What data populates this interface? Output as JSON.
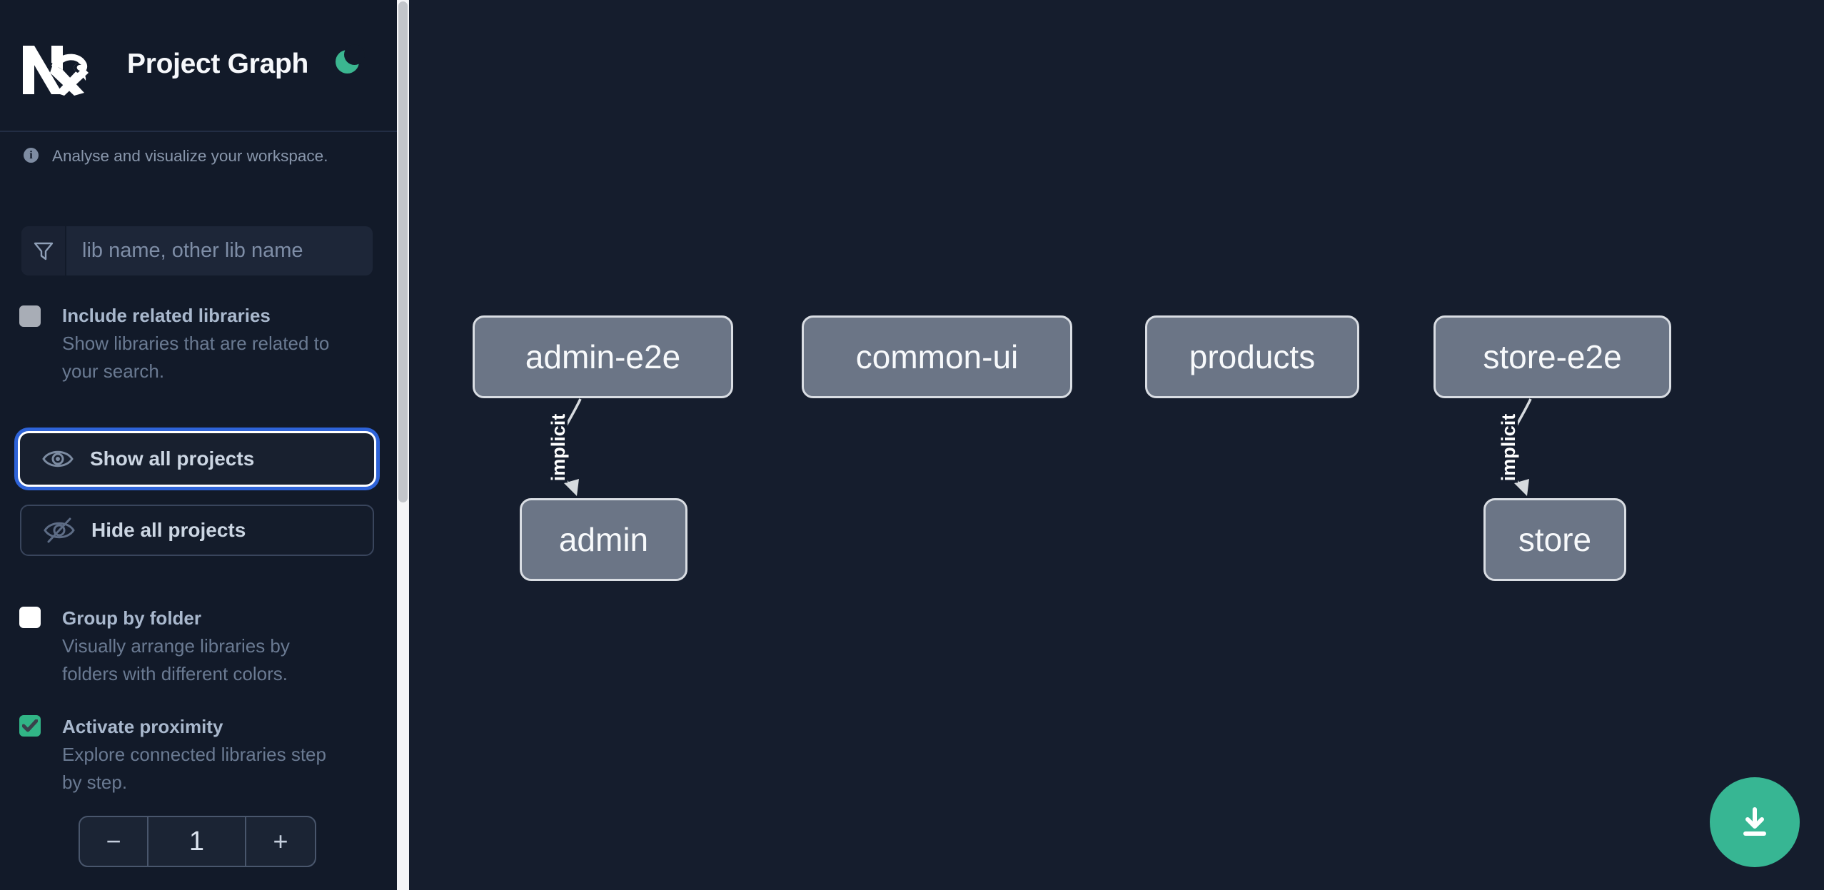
{
  "app": {
    "title": "Project Graph"
  },
  "colors": {
    "accent_green": "#37b693",
    "focus_blue": "#2e63d8",
    "sidebar_bg": "#121a29",
    "canvas_bg": "#151d2d",
    "node_fill": "#6b7586",
    "node_border": "#d9dde3",
    "edge": "#d6dade"
  },
  "icons": {
    "info_glyph": "i",
    "logo": "nx-logo",
    "theme": "moon-icon",
    "search": "funnel-icon",
    "show": "eye-icon",
    "hide": "eye-off-icon",
    "fab": "download-icon"
  },
  "sidebar": {
    "info_text": "Analyse and visualize your workspace.",
    "search": {
      "placeholder": "lib name, other lib name",
      "value": ""
    },
    "checkboxes": [
      {
        "label": "Include related libraries",
        "checked": false,
        "description_lines": [
          "Show libraries that are related to",
          "your search."
        ]
      },
      {
        "label": "Group by folder",
        "checked": false,
        "description_lines": [
          "Visually arrange libraries by",
          "folders with different colors."
        ]
      },
      {
        "label": "Activate proximity",
        "checked": true,
        "description_lines": [
          "Explore connected libraries step",
          "by step."
        ]
      }
    ],
    "buttons": [
      {
        "label": "Show all projects",
        "focused": true
      },
      {
        "label": "Hide all projects",
        "focused": false
      }
    ],
    "stepper": {
      "decrement": "−",
      "value": "1",
      "increment": "+"
    }
  },
  "graph": {
    "nodes": [
      {
        "label": "admin-e2e"
      },
      {
        "label": "common-ui"
      },
      {
        "label": "products"
      },
      {
        "label": "store-e2e"
      },
      {
        "label": "admin"
      },
      {
        "label": "store"
      }
    ],
    "edges": [
      {
        "from": "admin-e2e",
        "to": "admin",
        "label": "implicit",
        "type": "implicit"
      },
      {
        "from": "store-e2e",
        "to": "store",
        "label": "implicit",
        "type": "implicit"
      }
    ]
  }
}
